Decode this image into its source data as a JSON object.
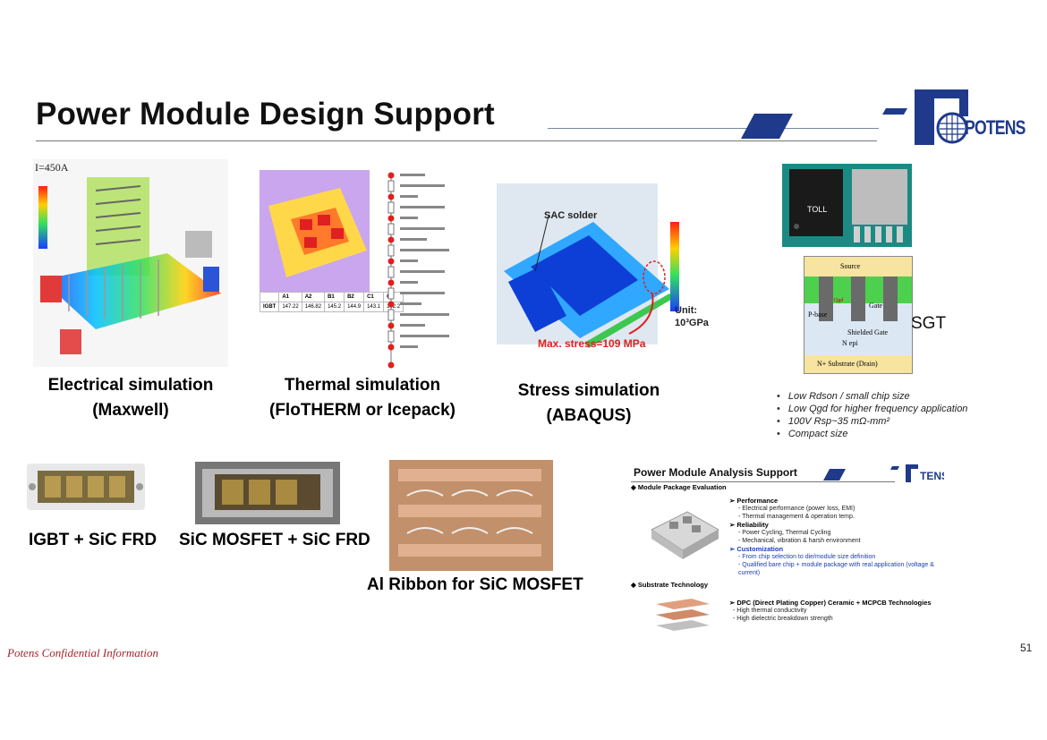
{
  "slide": {
    "title": "Power Module Design Support",
    "page_number": "51",
    "confidential": "Potens Confidential Information"
  },
  "logo": {
    "text": "POTENS"
  },
  "simulations": {
    "electrical": {
      "line1": "Electrical simulation",
      "line2": "(Maxwell)",
      "image_label": "I=450A"
    },
    "thermal": {
      "line1": "Thermal simulation",
      "line2": "(FloTHERM or Icepack)",
      "table_headers": [
        "A1",
        "A2",
        "B1",
        "B2",
        "C1",
        "C2"
      ],
      "table_row_label": "IGBT",
      "table_values": [
        "147.22",
        "146.82",
        "145.2",
        "144.9",
        "143.1",
        "142.2"
      ]
    },
    "stress": {
      "line1": "Stress simulation",
      "line2": "(ABAQUS)",
      "solder_label": "SAC solder",
      "unit_line1": "Unit:",
      "unit_line2": "10³GPa",
      "max_stress": "Max. stress=109 MPa"
    }
  },
  "sgt": {
    "label": "SGT",
    "package_label": "TOLL",
    "diagram": {
      "source": "Source",
      "gate": "Gate",
      "pbase": "P-base",
      "qgd": "Qgd",
      "shielded_gate": "Shielded Gate",
      "nepi": "N epi",
      "substrate": "N+ Substrate (Drain)"
    },
    "bullets": [
      "Low Rdson / small chip size",
      "Low Qgd for higher frequency application",
      "100V Rsp~35 mΩ-mm²",
      "Compact size"
    ]
  },
  "modules": {
    "igbt": "IGBT + SiC FRD",
    "sic_mosfet": "SiC MOSFET + SiC FRD",
    "ribbon": "Al Ribbon for SiC MOSFET"
  },
  "analysis": {
    "title": "Power Module Analysis Support",
    "section1": "Module Package Evaluation",
    "performance": "Performance",
    "perf_items": [
      "- Electrical performance (power loss, EMI)",
      "- Thermal management & operation temp."
    ],
    "reliability": "Reliability",
    "rel_items": [
      "- Power Cycling, Thermal Cycling",
      "- Mechanical, vibration & harsh environment"
    ],
    "customization": "Customization",
    "cust_items": [
      "- From chip selection to die/module size definition",
      "- Qualified bare chip + module package with real application (voltage & current)"
    ],
    "section2": "Substrate Technology",
    "dpc": "DPC (Direct Plating Copper) Ceramic + MCPCB Technologies",
    "dpc_items": [
      "- High thermal conductivity",
      "- High dielectric breakdown strength"
    ]
  },
  "colors": {
    "accent_navy": "#1f3a8a",
    "confidential_red": "#a4262c"
  }
}
